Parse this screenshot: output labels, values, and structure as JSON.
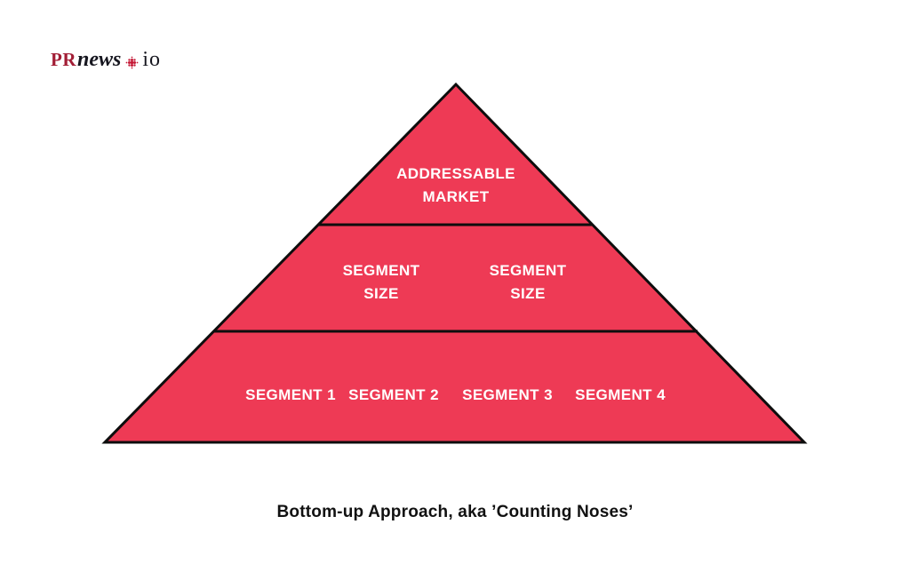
{
  "colors": {
    "background": "#ffffff",
    "pyramid_fill": "#EE3A55",
    "pyramid_outline": "#0d0d0d",
    "tier_label_text": "#ffffff",
    "caption_text": "#111111",
    "logo_pr_red": "#A21D35",
    "logo_text_black": "#16161f",
    "logo_dots_red": "#C41734"
  },
  "logo": {
    "pr": "PR",
    "news": "news",
    "io": "io",
    "dots_icon": "halftone-diamond-icon"
  },
  "diagram": {
    "type": "pyramid",
    "tier1": {
      "line1": "ADDRESSABLE",
      "line2": "MARKET"
    },
    "tier2": {
      "left": {
        "line1": "SEGMENT",
        "line2": "SIZE"
      },
      "right": {
        "line1": "SEGMENT",
        "line2": "SIZE"
      }
    },
    "tier3": {
      "seg1": "SEGMENT 1",
      "seg2": "SEGMENT 2",
      "seg3": "SEGMENT 3",
      "seg4": "SEGMENT 4"
    }
  },
  "caption": {
    "text": "Bottom-up Approach, aka ’Counting Noses’"
  }
}
